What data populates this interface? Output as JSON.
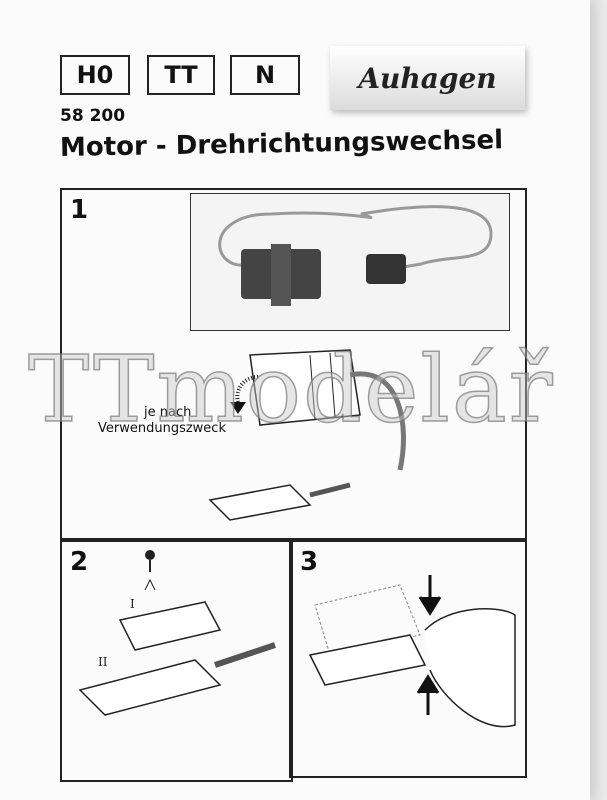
{
  "header": {
    "scales": [
      "H0",
      "TT",
      "N"
    ],
    "brand": "Auhagen",
    "article_number": "58 200",
    "title": "Motor - Drehrichtungswechsel"
  },
  "steps": [
    {
      "number": "1",
      "caption_line1": "je nach",
      "caption_line2": "Verwendungszweck"
    },
    {
      "number": "2",
      "labels": [
        "I",
        "II"
      ]
    },
    {
      "number": "3"
    }
  ],
  "watermark": "TTmodelář"
}
